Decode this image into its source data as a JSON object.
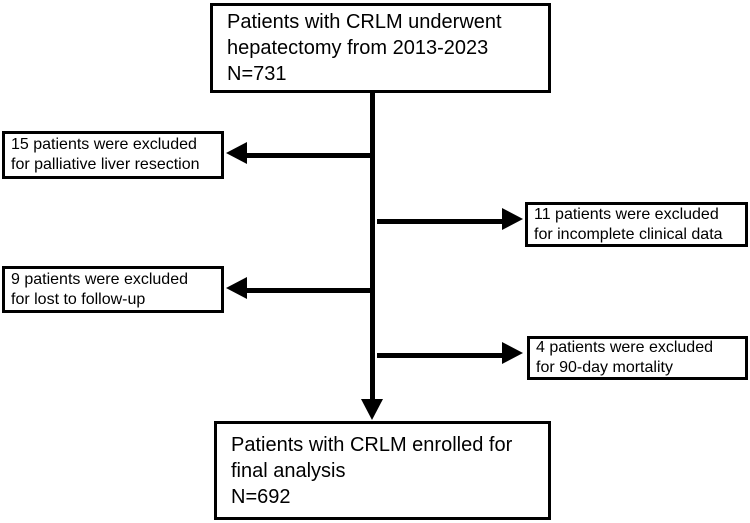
{
  "diagram": {
    "title": "CRLM hepatectomy patient selection flowchart",
    "type": "flowchart",
    "colors": {
      "stroke": "#000000",
      "fill": "#ffffff",
      "text": "#000000"
    },
    "top_box": {
      "line1": "Patients with CRLM underwent",
      "line2": "hepatectomy from 2013-2023",
      "line3": "N=731",
      "count": 731
    },
    "bottom_box": {
      "line1": "Patients with CRLM enrolled for",
      "line2": "final analysis",
      "line3": "N=692",
      "count": 692
    },
    "exclusions": [
      {
        "id": "palliative-liver-resection",
        "side": "left",
        "line1": "15 patients were excluded",
        "line2": "for palliative liver resection",
        "count": 15,
        "reason": "palliative liver resection"
      },
      {
        "id": "incomplete-clinical-data",
        "side": "right",
        "line1": "11 patients were excluded",
        "line2": "for incomplete clinical data",
        "count": 11,
        "reason": "incomplete clinical data"
      },
      {
        "id": "lost-to-follow-up",
        "side": "left",
        "line1": "9 patients were excluded",
        "line2": "for lost to follow-up",
        "count": 9,
        "reason": "lost to follow-up"
      },
      {
        "id": "90-day-mortality",
        "side": "right",
        "line1": "4 patients were excluded",
        "line2": "for 90-day mortality",
        "count": 4,
        "reason": "90-day mortality"
      }
    ]
  }
}
